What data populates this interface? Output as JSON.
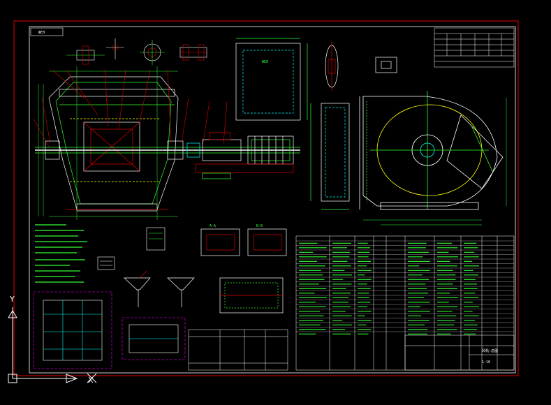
{
  "view_tag": "ФЕЛ",
  "section_labels": [
    "A-A",
    "B-B"
  ],
  "title_block": {
    "title": "风机—总图",
    "scale": "1:10"
  },
  "ucs": {
    "x_label": "X",
    "y_label": "Y"
  },
  "colors": {
    "background": "#000000",
    "frame": "#e00000",
    "geometry": "#ffffff",
    "dimension": "#00ff00",
    "hidden": "#ffff00",
    "highlight": "#ff00ff",
    "cyan": "#00ffff"
  }
}
